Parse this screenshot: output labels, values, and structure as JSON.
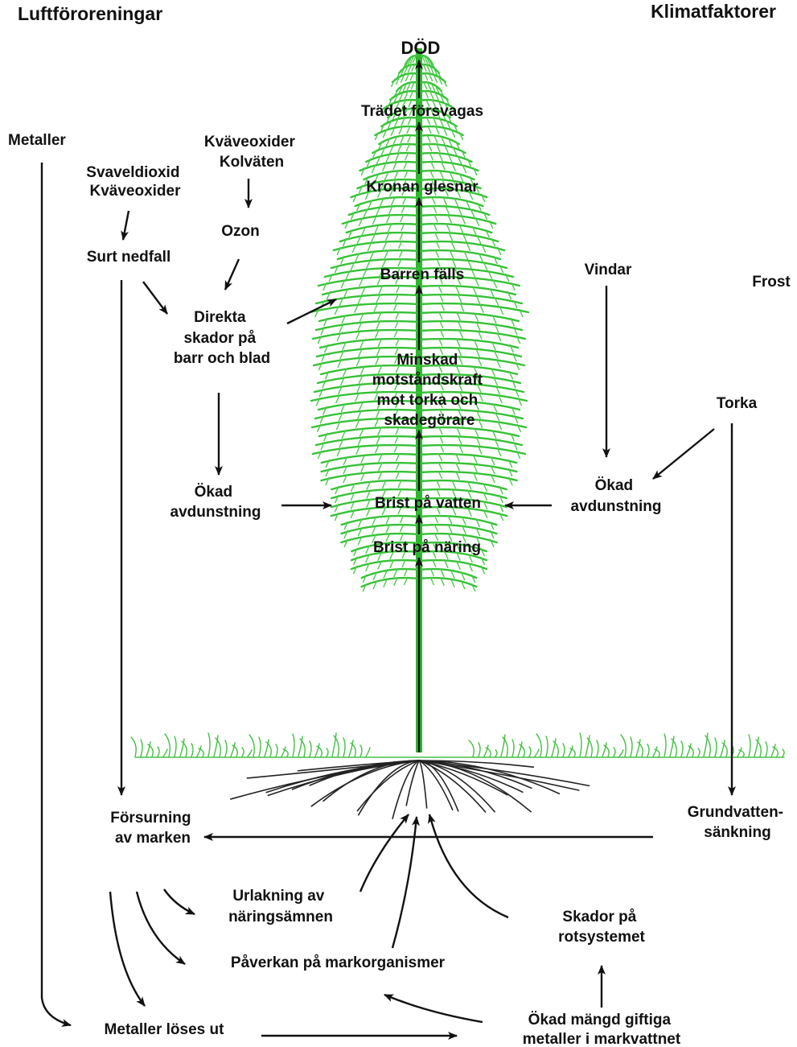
{
  "headers": {
    "left": "Luftföroreningar",
    "right": "Klimatfaktorer"
  },
  "colors": {
    "tree": "#35c135",
    "arrows": "#111111",
    "roots": "#222222"
  },
  "labels": {
    "metaller": "Metaller",
    "svaveldioxid": [
      "Svaveldioxid",
      "Kväveoxider"
    ],
    "kvaveoxider_kolvaten": [
      "Kväveoxider",
      "Kolväten"
    ],
    "ozon": "Ozon",
    "surt_nedfall": "Surt nedfall",
    "direkta_skador": [
      "Direkta",
      "skador på",
      "barr och blad"
    ],
    "okad_avdunstning_left": [
      "Ökad",
      "avdunstning"
    ],
    "vindar": "Vindar",
    "frost": "Frost",
    "torka": "Torka",
    "okad_avdunstning_right": [
      "Ökad",
      "avdunstning"
    ],
    "grundvatten": [
      "Grundvatten-",
      "sänkning"
    ],
    "forsurning": [
      "Försurning",
      "av marken"
    ],
    "urlakning": [
      "Urlakning av",
      "näringsämnen"
    ],
    "skador_rotsystemet": [
      "Skador på",
      "rotsystemet"
    ],
    "paverkan": "Påverkan på markorganismer",
    "metaller_loses": "Metaller löses ut",
    "okad_mangd": [
      "Ökad mängd giftiga",
      "metaller i markvattnet"
    ]
  },
  "tree_stages": {
    "dod": "DÖD",
    "forsvagas": "Trädet försvagas",
    "kronan": "Kronan glesnar",
    "barren": "Barren fälls",
    "minskad": [
      "Minskad",
      "motståndskraft",
      "mot torka och",
      "skadegörare"
    ],
    "brist_vatten": "Brist på vatten",
    "brist_naring": "Brist på näring"
  }
}
